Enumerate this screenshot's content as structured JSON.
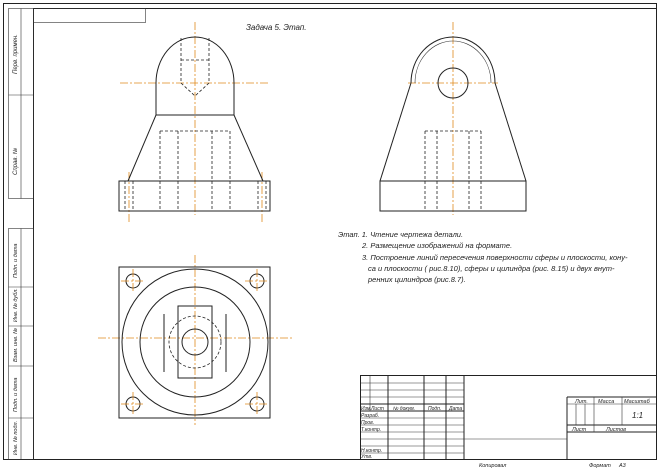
{
  "drawing": {
    "task_title": "Задача 5. Этап.",
    "steps_heading": "Этап. 1. Чтение чертежа детали.",
    "steps": [
      "2. Размещение изображений на формате.",
      "3. Построение линий пересечения поверхности сферы и плоскости, кону-",
      "са и плоскости ( рис.8.10), сферы и цилиндра (рис. 8.15) и двух внут-",
      "ренних цилиндров (рис.8.7)."
    ]
  },
  "side_stamp": {
    "cells": [
      "Перв. примен.",
      "Справ. №",
      "Подп. и дата",
      "Инв. № дубл.",
      "Взам. инв. №",
      "Подп. и дата",
      "Инв. № подл."
    ]
  },
  "title_block": {
    "col_headers": [
      "Изм.",
      "Лист",
      "№ докум.",
      "Подп.",
      "Дата"
    ],
    "roles": [
      "Разраб.",
      "Пров.",
      "Т.контр.",
      "Н.контр.",
      "Утв."
    ],
    "lit_label": "Лит.",
    "mass_label": "Масса",
    "scale_label": "Масштаб",
    "scale_value": "1:1",
    "sheet_label": "Лист",
    "sheets_label": "Листов",
    "copied_label": "Копировал",
    "format_label": "Формат",
    "format_value": "А3"
  }
}
